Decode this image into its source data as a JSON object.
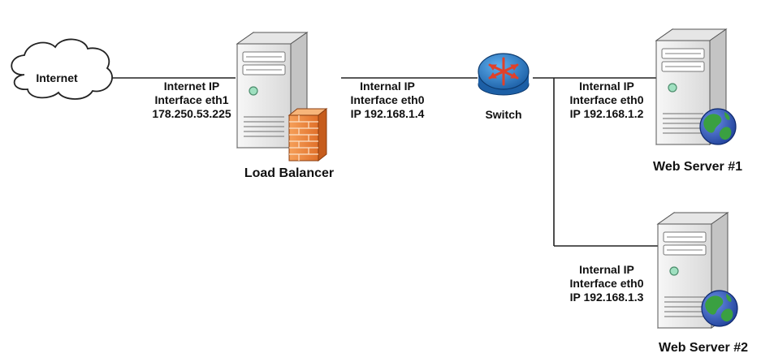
{
  "nodes": {
    "internet": {
      "label": "Internet"
    },
    "load_balancer": {
      "label": "Load Balancer"
    },
    "switch": {
      "label": "Switch"
    },
    "web_server_1": {
      "label": "Web Server #1"
    },
    "web_server_2": {
      "label": "Web Server #2"
    }
  },
  "interfaces": {
    "lb_external": [
      "Internet IP",
      "Interface eth1",
      "178.250.53.225"
    ],
    "lb_internal": [
      "Internal IP",
      "Interface eth0",
      "IP 192.168.1.4"
    ],
    "ws1": [
      "Internal IP",
      "Interface eth0",
      "IP 192.168.1.2"
    ],
    "ws2": [
      "Internal IP",
      "Interface eth0",
      "IP 192.168.1.3"
    ]
  },
  "colors": {
    "server_body": "#ececec",
    "server_shade": "#b9b9b9",
    "firewall": "#f08a3a",
    "switch": "#2a7fc9",
    "switch_arrows": "#e0412a",
    "globe_water": "#2f57b8",
    "globe_land": "#3aa041"
  },
  "icons": {
    "internet": "cloud-icon",
    "load_balancer": "server-tower-icon",
    "firewall": "firewall-brick-icon",
    "switch": "switch-router-icon",
    "web_server": "server-tower-icon",
    "globe": "globe-icon"
  }
}
